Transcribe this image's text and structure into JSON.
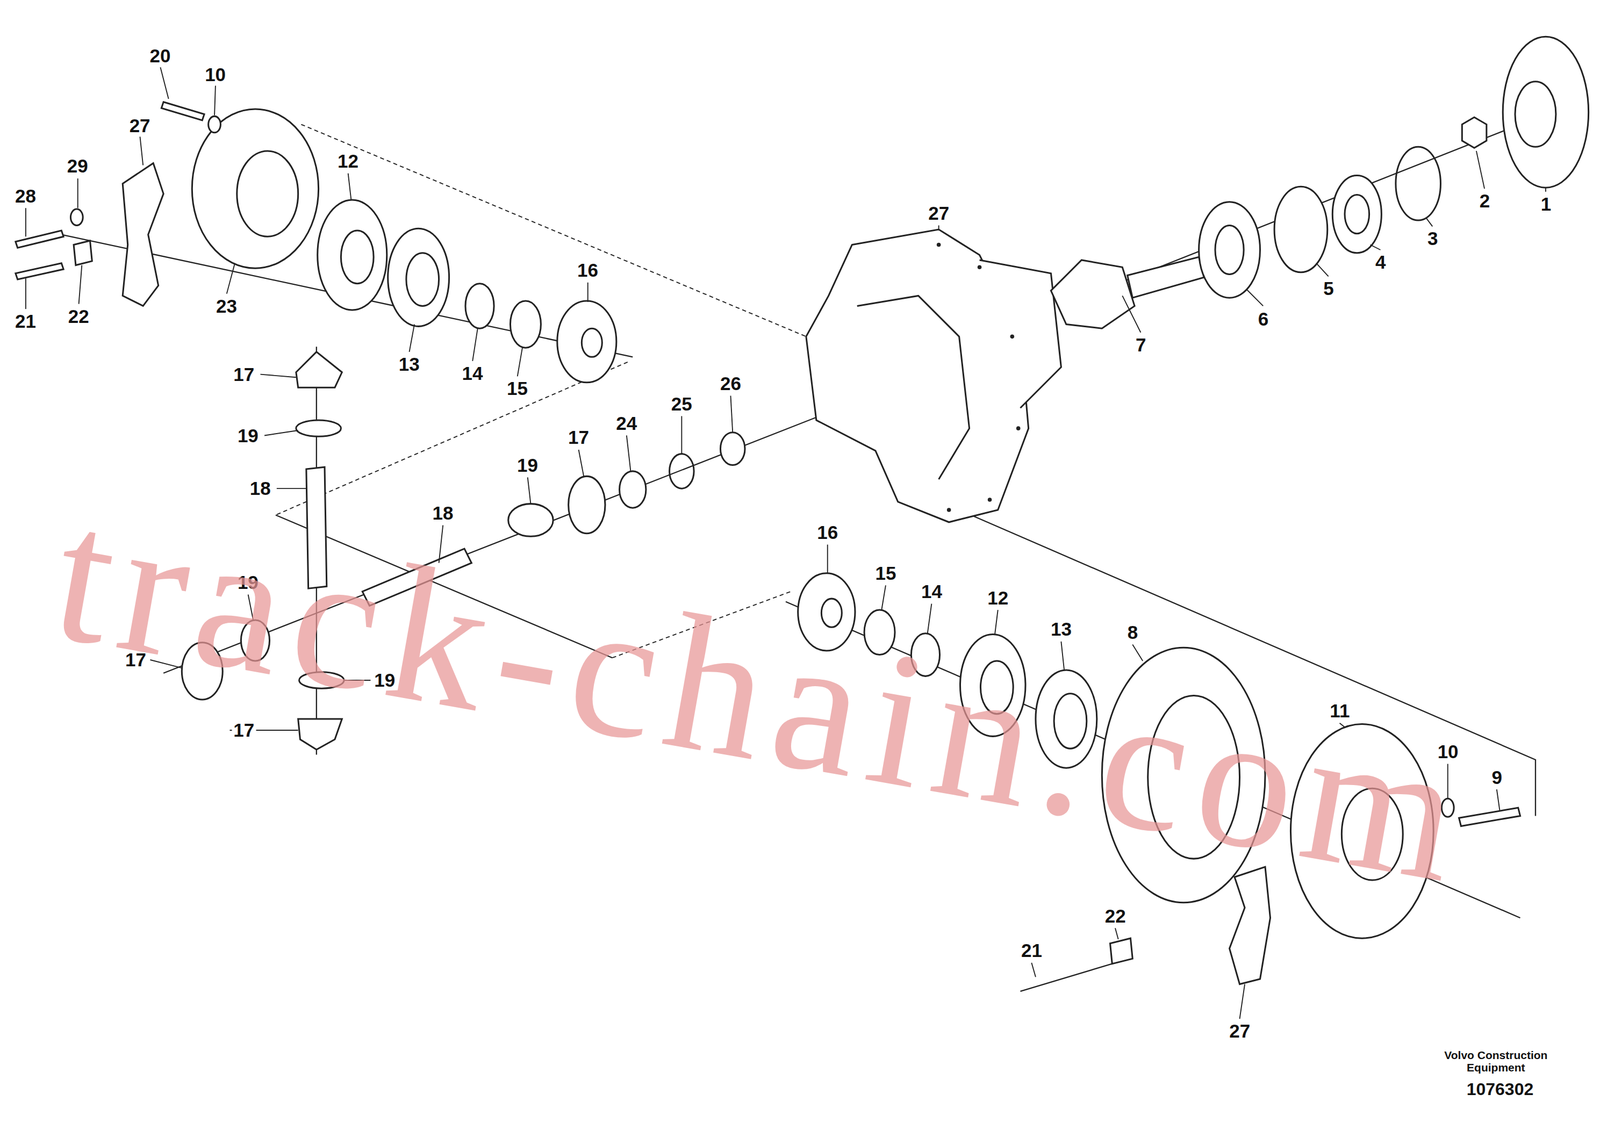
{
  "diagram": {
    "labels": [
      "20",
      "10",
      "27",
      "29",
      "28",
      "21",
      "22",
      "23",
      "12",
      "13",
      "14",
      "15",
      "16",
      "17",
      "19",
      "18",
      "18",
      "19",
      "17",
      "24",
      "25",
      "26",
      "27",
      "7",
      "6",
      "5",
      "4",
      "3",
      "2",
      "1",
      "16",
      "15",
      "14",
      "12",
      "13",
      "8",
      "11",
      "10",
      "9",
      "19",
      "17",
      "19",
      "17",
      "22",
      "21",
      "27",
      "track-chain.com",
      "Volvo Construction Equipment",
      "1076302"
    ]
  }
}
